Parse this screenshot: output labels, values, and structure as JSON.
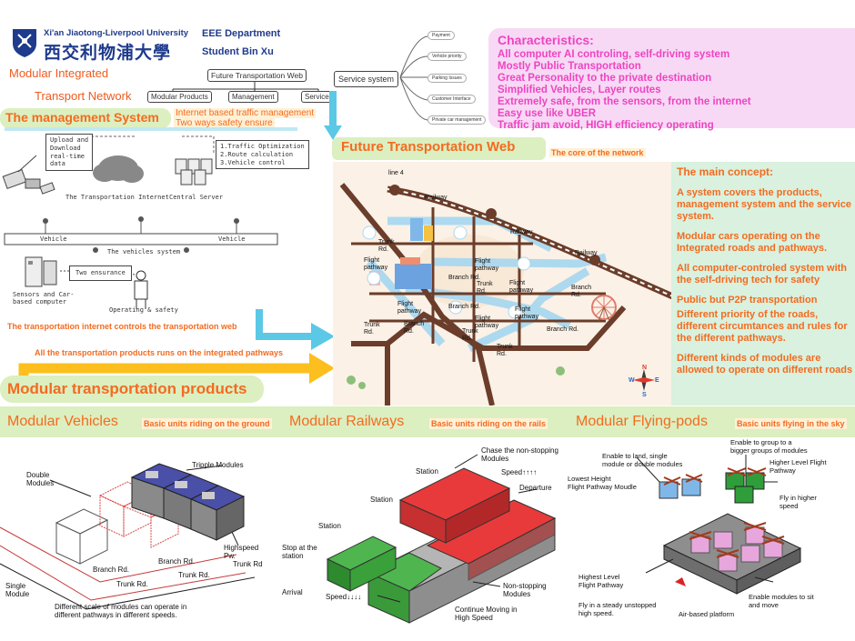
{
  "header": {
    "university_en": "Xi'an Jiaotong-Liverpool University",
    "university_cn": "西交利物浦大學",
    "department": "EEE Department",
    "student": "Student Bin Xu",
    "project_line1": "Modular Integrated",
    "project_line2": "Transport Network"
  },
  "tree": {
    "root": "Future Transportation Web",
    "children": [
      "Modular Products",
      "Management",
      "Service"
    ]
  },
  "service_system": {
    "label": "Service system",
    "branches": [
      "Payment",
      "Vehicle priority",
      "Parking Issues",
      "Customer Interface",
      "Private car management"
    ]
  },
  "characteristics": {
    "title": "Characteristics:",
    "lines": [
      "All computer AI controling, self-driving system",
      "Mostly Public Transportation",
      "Great Personality to the private destination",
      "Simplified Vehicles, Layer routes",
      "Extremely safe, from the sensors, from the internet",
      "Easy use like UBER",
      "Traffic jam avoid, HIGH efficiency operating"
    ]
  },
  "management": {
    "title": "The management System",
    "subtitle_1": "Internet based traffic management",
    "subtitle_2": "Two ways safety ensure",
    "upload_box": "Upload and\nDownload\nreal-time\ndata",
    "server_box": "1.Traffic Optimization\n2.Route calculation\n3.Vehicle control",
    "transport_internet": "The Transportation Internet",
    "central_server": "Central Server",
    "vehicle_left": "Vehicle",
    "vehicle_right": "Vehicle",
    "vehicles_system": "The vehicles system",
    "two_ensurance": "Two ensurance",
    "sensors": "Sensors and Car-\nbased computer",
    "operating": "Operating & safety",
    "caption": "The transportation internet controls the transportation web"
  },
  "pathways_caption": "All the transportation products runs on the integrated pathways",
  "web": {
    "title": "Future Transportation Web",
    "subtitle": "The core of the network",
    "map_labels": {
      "line4": "line 4",
      "railway1": "Railway",
      "railway2": "Railway",
      "railway3": "Railway",
      "trunk1": "Trunk\nRd.",
      "trunk2": "Trunk\nRd.",
      "trunk3": "Trunk\nRd.",
      "trunk4": "Trunk\nRd.",
      "trunk5": "Trunk\nRd.",
      "branch1": "Branch Rd.",
      "branch2": "Branch Rd.",
      "branch3": "Branch Rd.",
      "branch4": "Branch\nRd.",
      "branch5": "Branch\nRd.",
      "flight1": "Flight\npathway",
      "flight2": "Flight\npathway",
      "flight3": "Flight\npathway",
      "flight4": "Flight\npathway",
      "flight5": "Flight\npathway",
      "flight6": "Flight\npathway"
    },
    "compass": {
      "n": "N",
      "s": "S",
      "e": "E",
      "w": "W"
    }
  },
  "concept": {
    "title": "The main concept:",
    "items": [
      "A system covers the products, management system and the service system.",
      "Modular cars operating on the Integrated roads and pathways.",
      "All computer-controled system with the self-driving tech for safety",
      "Public but P2P transportation",
      "Different priority of the roads, different circumtances and rules for the different pathways.",
      "Different kinds of modules are allowed to operate on different roads"
    ]
  },
  "products": {
    "title": "Modular transportation products",
    "vehicles": {
      "title": "Modular Vehicles",
      "sub": "Basic units riding on the ground"
    },
    "railways": {
      "title": "Modular Railways",
      "sub": "Basic units riding on the rails"
    },
    "flying": {
      "title": "Modular Flying-pods",
      "sub": "Basic units flying in the sky"
    }
  },
  "vehicles_fig": {
    "double": "Double\nModules",
    "tripple": "Tripple Modules",
    "highspeed": "Highspeed\nPw.",
    "branch1": "Branch Rd.",
    "branch2": "Branch Rd.",
    "trunk1": "Trunk Rd.",
    "trunk2": "Trunk Rd.",
    "trunk3": "Trunk Rd",
    "single": "Single\nModule",
    "caption": "Different scale of modules can operate in\ndifferent pathways in different speeds."
  },
  "rail_fig": {
    "chase": "Chase the non-stopping\nModules",
    "station1": "Station",
    "station2": "Station",
    "station3": "Station",
    "speed_up": "Speed↑↑↑↑",
    "departure": "Departure",
    "stop": "Stop at the\nstation",
    "arrival": "Arrival",
    "speed_down": "Speed↓↓↓↓",
    "nonstop": "Non-stopping\nModules",
    "continue": "Continue Moving in\nHigh Speed"
  },
  "fly_fig": {
    "enable_group": "Enable to group to a\nbigger groups of modules",
    "enable_land": "Enable to land, single\nmodule or double modules",
    "higher_level": "Higher Level Flight\nPathway",
    "lowest_height": "Lowest Height\nFlight Pathway Moudle",
    "fly_higher": "Fly in higher\nspeed",
    "highest_level": "Highest Level\nFlight Pathway",
    "enable_sit": "Enable modules to sit\nand move",
    "fly_steady": "Fly in a steady unstopped\nhigh speed.",
    "platform": "Air-based platform"
  },
  "colors": {
    "orange": "#f36b21",
    "pink": "#ef44c0",
    "navy": "#1f3b8c",
    "green_band": "#dcefc0",
    "cyan_arrow": "#5bc8e6",
    "road": "#6b3d2a"
  }
}
